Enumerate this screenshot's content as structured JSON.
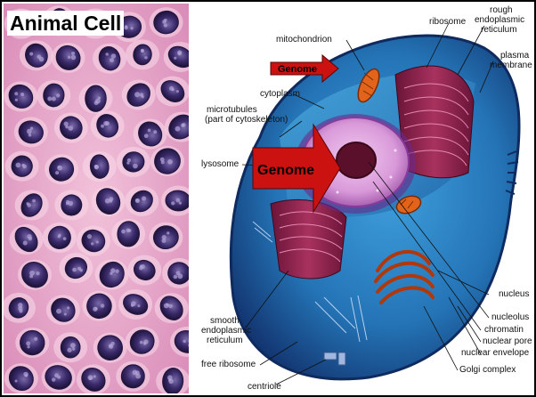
{
  "panel_title": "Animal Cell",
  "arrows": [
    {
      "label": "Genome",
      "color": "#cc1111"
    },
    {
      "label": "Genome",
      "color": "#cc1111"
    }
  ],
  "labels": {
    "ribosome": "ribosome",
    "rough_er_1": "rough",
    "rough_er_2": "endoplasmic",
    "rough_er_3": "reticulum",
    "mitochondrion": "mitochondrion",
    "plasma_1": "plasma",
    "plasma_2": "membrane",
    "cytoplasm": "cytoplasm",
    "microtubules_1": "microtubules",
    "microtubules_2": "(part of cytoskeleton)",
    "lysosome": "lysosome",
    "nucleus": "nucleus",
    "smooth_er_1": "smooth",
    "smooth_er_2": "endoplasmic",
    "smooth_er_3": "reticulum",
    "nucleolus": "nucleolus",
    "chromatin": "chromatin",
    "nuclear_pore": "nuclear pore",
    "nuclear_envelope": "nuclear envelope",
    "free_ribosome": "free ribosome",
    "golgi": "Golgi complex",
    "centriole": "centriole"
  },
  "colors": {
    "stain_background": "#e9a6c8",
    "stain_nucleus": "#3a2a6a",
    "cell_cytoplasm": "#2a7fc0",
    "cell_membrane": "#1a3f8a",
    "organelle_magenta": "#8a1f4a",
    "nucleus_core": "#5a0f2a",
    "arrow_red": "#cc1111"
  }
}
